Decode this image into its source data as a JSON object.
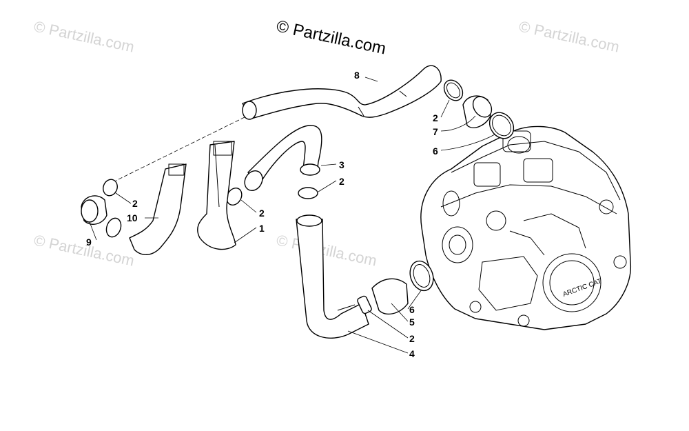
{
  "watermark_main": "© Partzilla.com",
  "watermark_faint": "© Partzilla.com",
  "callouts": [
    {
      "id": "1",
      "text": "1"
    },
    {
      "id": "2a",
      "text": "2"
    },
    {
      "id": "2b",
      "text": "2"
    },
    {
      "id": "2c",
      "text": "2"
    },
    {
      "id": "2d",
      "text": "2"
    },
    {
      "id": "2e",
      "text": "2"
    },
    {
      "id": "3",
      "text": "3"
    },
    {
      "id": "4",
      "text": "4"
    },
    {
      "id": "5",
      "text": "5"
    },
    {
      "id": "6a",
      "text": "6"
    },
    {
      "id": "6b",
      "text": "6"
    },
    {
      "id": "7",
      "text": "7"
    },
    {
      "id": "8",
      "text": "8"
    },
    {
      "id": "9",
      "text": "9"
    },
    {
      "id": "10",
      "text": "10"
    }
  ]
}
